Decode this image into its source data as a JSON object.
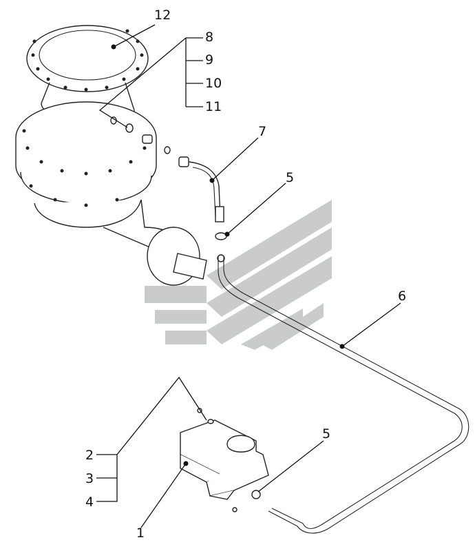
{
  "callouts": {
    "c1": "1",
    "c2": "2",
    "c3": "3",
    "c4": "4",
    "c5a": "5",
    "c5b": "5",
    "c6": "6",
    "c7": "7",
    "c8": "8",
    "c9": "9",
    "c10": "10",
    "c11": "11",
    "c12": "12"
  },
  "colors": {
    "watermark": "#c9cccb",
    "line": "#111111"
  }
}
